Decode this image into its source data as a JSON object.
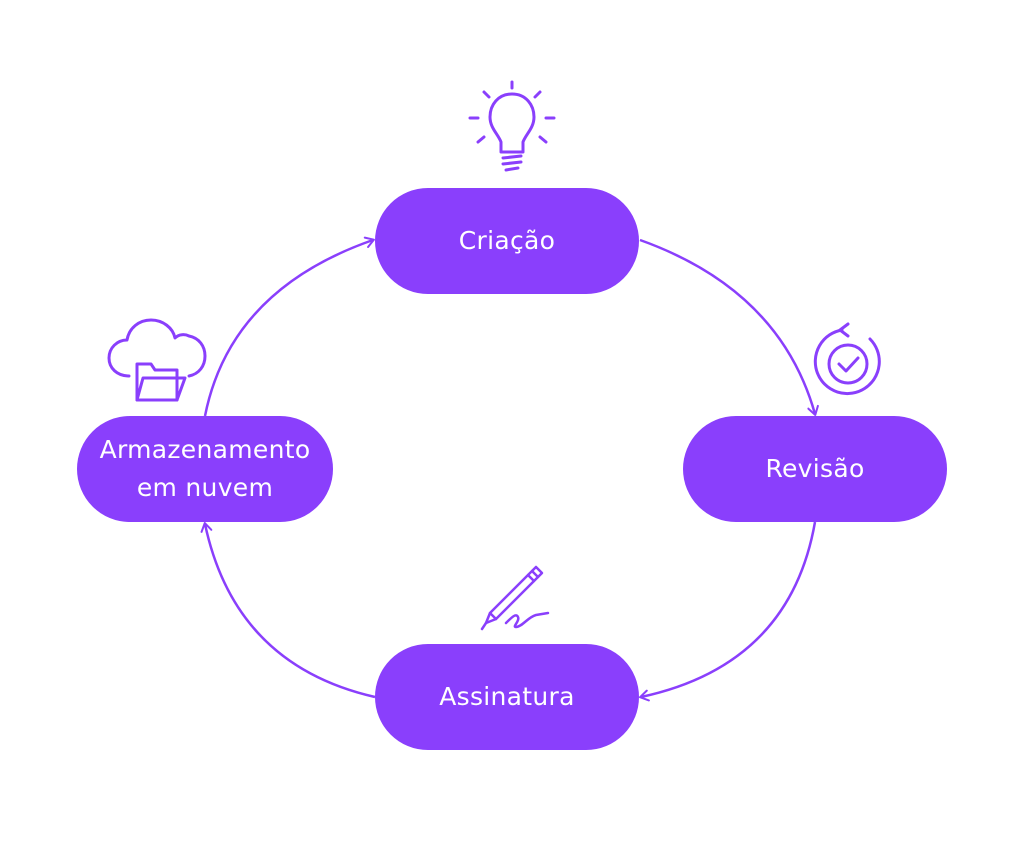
{
  "colors": {
    "accent": "#8a3ffc",
    "text_on_accent": "#ffffff",
    "background": "#ffffff"
  },
  "stages": {
    "criacao": {
      "label": "Criação",
      "icon": "lightbulb-icon"
    },
    "revisao": {
      "label": "Revisão",
      "icon": "refresh-check-icon"
    },
    "assinatura": {
      "label": "Assinatura",
      "icon": "pen-signature-icon"
    },
    "armazenamento": {
      "label": "Armazenamento\nem nuvem",
      "icon": "cloud-folder-icon"
    }
  }
}
